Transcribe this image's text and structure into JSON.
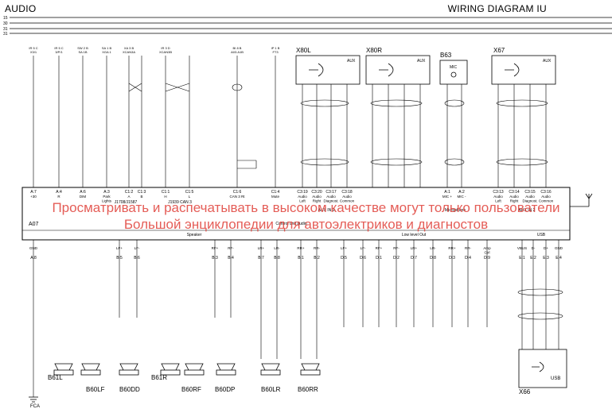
{
  "header": {
    "left": "AUDIO",
    "right": "WIRING DIAGRAM IU"
  },
  "bus_labels": [
    "15",
    "30",
    "31",
    "31"
  ],
  "top_sources": [
    "IR 5 C\nX3/1",
    "IR 5 C\n3/P/1",
    "SW 2 B\nSA 1B",
    "SA 1 B\nXGA 1",
    "XA 3 B\nXCAN3A",
    "IR 3 D\nXCAN3B",
    "BI 8 B\nA03.A1B",
    "IP 1 B\nFT3"
  ],
  "connectors": [
    {
      "id": "X80L",
      "label": "AUX"
    },
    {
      "id": "X80R",
      "label": "AUX"
    },
    {
      "id": "B63",
      "label": "MIC"
    },
    {
      "id": "X67",
      "label": "AUX"
    }
  ],
  "head_unit": {
    "id": "A07",
    "pins_top": [
      {
        "pin": "A:7",
        "name": "+30"
      },
      {
        "pin": "A:4",
        "name": "R"
      },
      {
        "pin": "A:6",
        "name": "DIM"
      },
      {
        "pin": "A:3",
        "name": "Park\nLights"
      },
      {
        "pin": "C1:2",
        "name": "A"
      },
      {
        "pin": "C1:3",
        "name": "B"
      },
      {
        "pin": "C1:1",
        "name": "H"
      },
      {
        "pin": "C1:5",
        "name": "L"
      },
      {
        "pin": "C1:6",
        "name": "CAN 3 Rt"
      },
      {
        "pin": "C1:4",
        "name": "Mute"
      },
      {
        "pin": "C3:19",
        "name": "Audio\nLeft"
      },
      {
        "pin": "C3:20",
        "name": "Audio\nRight"
      },
      {
        "pin": "C3:17",
        "name": "Audio\nDiagnost."
      },
      {
        "pin": "C3:18",
        "name": "Audio\nCommon"
      },
      {
        "pin": "A:1",
        "name": "MIC +"
      },
      {
        "pin": "A:2",
        "name": "MIC -"
      },
      {
        "pin": "C3:13",
        "name": "Audio\nLeft"
      },
      {
        "pin": "C3:14",
        "name": "Audio\nRight"
      },
      {
        "pin": "C3:15",
        "name": "Audio\nDiagnost."
      },
      {
        "pin": "C3:16",
        "name": "Audio\nCommon"
      }
    ],
    "group_labels": [
      "J1708/J1587",
      "J1939 CAN 3",
      "AUX IN 1",
      "Microphone",
      "AUX IN 2",
      "Control unit audio",
      "Speaker",
      "Low level Out",
      "USB"
    ],
    "pins_bottom": [
      {
        "pin": "A:8",
        "name": "GND"
      },
      {
        "pin": "B:5",
        "name": "LF+"
      },
      {
        "pin": "B:6",
        "name": "LF-"
      },
      {
        "pin": "B:3",
        "name": "RF+"
      },
      {
        "pin": "B:4",
        "name": "RF-"
      },
      {
        "pin": "B:7",
        "name": "LR+"
      },
      {
        "pin": "B:8",
        "name": "LR-"
      },
      {
        "pin": "B:1",
        "name": "RR+"
      },
      {
        "pin": "B:2",
        "name": "RR-"
      },
      {
        "pin": "D:5",
        "name": "LF+"
      },
      {
        "pin": "D:6",
        "name": "LF-"
      },
      {
        "pin": "D:1",
        "name": "RF+"
      },
      {
        "pin": "D:2",
        "name": "RF-"
      },
      {
        "pin": "D:7",
        "name": "LR+"
      },
      {
        "pin": "D:8",
        "name": "LR-"
      },
      {
        "pin": "D:3",
        "name": "RR+"
      },
      {
        "pin": "D:4",
        "name": "RR-"
      },
      {
        "pin": "D:9",
        "name": "Amp\nCtrl"
      },
      {
        "pin": "E:1",
        "name": "VBUS"
      },
      {
        "pin": "E:2",
        "name": "D-"
      },
      {
        "pin": "E:3",
        "name": "D+"
      },
      {
        "pin": "E:4",
        "name": "GND"
      }
    ]
  },
  "speakers": [
    "B61L",
    "B60LF",
    "B60DD",
    "B61R",
    "B60RF",
    "B60DP",
    "B60LR",
    "B60RR"
  ],
  "usb": {
    "id": "X66",
    "label": "USB"
  },
  "ground": "FCA",
  "watermark": [
    "Просматривать и распечатывать в высоком качестве могут только пользователи",
    "Большой энциклопедии для автоэлектриков и диагностов"
  ]
}
